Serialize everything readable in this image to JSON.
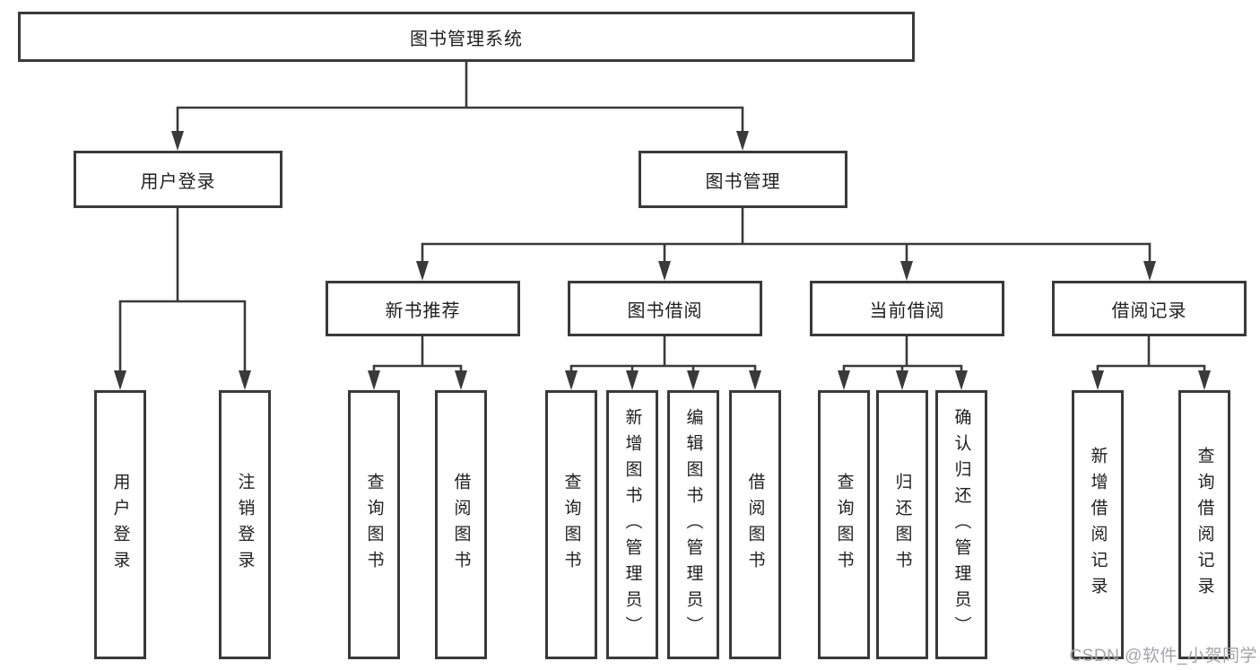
{
  "colors": {
    "line": "#3a3a3a",
    "border": "#3a3a3a",
    "text": "#1f1f1f",
    "watermark": "#a3a3ab",
    "background": "#ffffff"
  },
  "nodes": {
    "root": "图书管理系统",
    "level2": [
      "用户登录",
      "图书管理"
    ],
    "level3": [
      "新书推荐",
      "图书借阅",
      "当前借阅",
      "借阅记录"
    ],
    "leaves": [
      "用户登录",
      "注销登录",
      "查询图书",
      "借阅图书",
      "查询图书",
      "新增图书（管理员）",
      "编辑图书（管理员）",
      "借阅图书",
      "查询图书",
      "归还图书",
      "确认归还（管理员）",
      "新增借阅记录",
      "查询借阅记录"
    ]
  },
  "watermark": "CSDN @软件_小贺同学"
}
